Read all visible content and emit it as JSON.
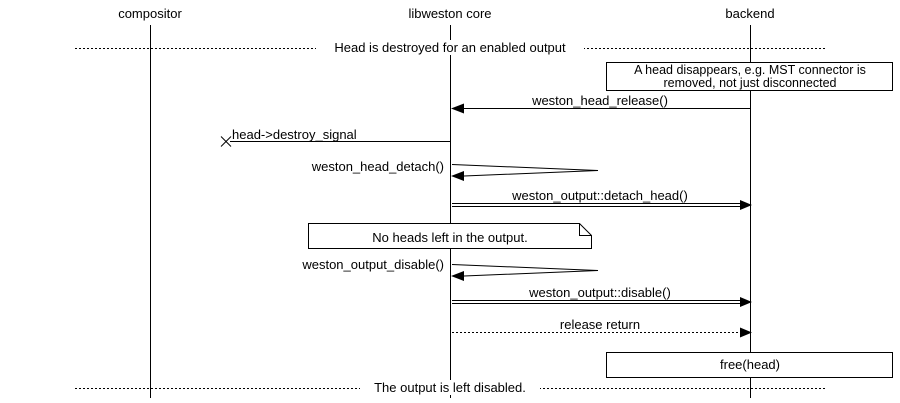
{
  "participants": {
    "compositor": "compositor",
    "core": "libweston core",
    "backend": "backend"
  },
  "dividers": {
    "top": "Head is destroyed for an enabled output",
    "bottom": "The output is left disabled."
  },
  "notes": {
    "head_disappears_line1": "A head disappears, e.g. MST connector is",
    "head_disappears_line2": "removed, not just disconnected",
    "no_heads": "No heads left in the output."
  },
  "messages": {
    "head_release": "weston_head_release()",
    "destroy_signal": "head->destroy_signal",
    "head_detach": "weston_head_detach()",
    "detach_head": "weston_output::detach_head()",
    "output_disable": "weston_output_disable()",
    "disable": "weston_output::disable()",
    "release_return": "release return",
    "free_head": "free(head)"
  },
  "colors": {
    "stroke": "#000000",
    "background": "#ffffff"
  }
}
